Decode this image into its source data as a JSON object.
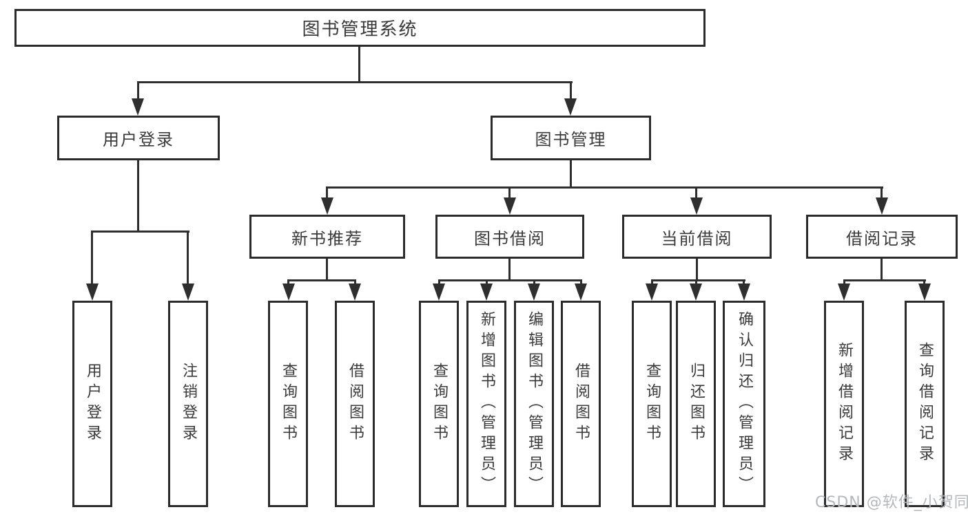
{
  "diagram": {
    "root": "图书管理系统",
    "branches": {
      "user_login": {
        "label": "用户登录",
        "children": [
          "用户登录",
          "注销登录"
        ]
      },
      "book_mgmt": {
        "label": "图书管理",
        "sections": [
          {
            "label": "新书推荐",
            "children": [
              "查询图书",
              "借阅图书"
            ]
          },
          {
            "label": "图书借阅",
            "children": [
              "查询图书",
              "新增图书（管理员）",
              "编辑图书（管理员）",
              "借阅图书"
            ]
          },
          {
            "label": "当前借阅",
            "children": [
              "查询图书",
              "归还图书",
              "确认归还（管理员）"
            ]
          },
          {
            "label": "借阅记录",
            "children": [
              "新增借阅记录",
              "查询借阅记录"
            ]
          }
        ]
      }
    }
  },
  "watermark": "CSDN @软件_小贺同学",
  "colors": {
    "line": "#2e2e2e",
    "box_border": "#2b2b2b",
    "text": "#3a3a3a",
    "watermark": "#b4b8bc",
    "background": "#ffffff"
  }
}
